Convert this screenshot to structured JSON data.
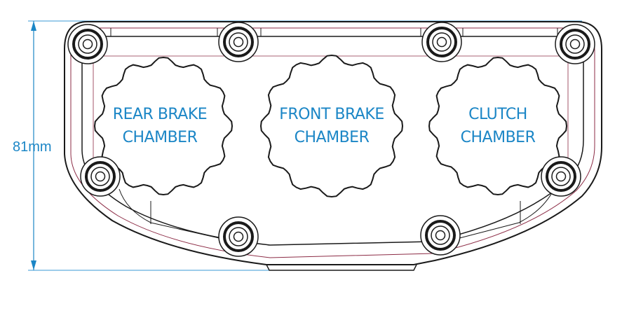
{
  "dimension": {
    "label": "81mm"
  },
  "chambers": [
    {
      "id": "rear",
      "line1": "REAR BRAKE",
      "line2": "CHAMBER"
    },
    {
      "id": "front",
      "line1": "FRONT BRAKE",
      "line2": "CHAMBER"
    },
    {
      "id": "clutch",
      "line1": "CLUTCH",
      "line2": "CHAMBER"
    }
  ],
  "colors": {
    "outline": "#1a1a1a",
    "accent_red": "#8c2b45",
    "label_blue": "#1b86c6",
    "dimension_blue": "#1b86c6"
  }
}
